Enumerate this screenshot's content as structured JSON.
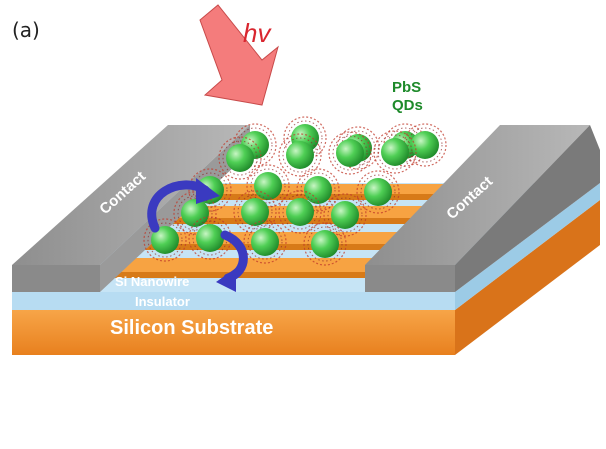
{
  "panel_label": "(a)",
  "photon_label": "hv",
  "qd_label_line1": "PbS",
  "qd_label_line2": "QDs",
  "contact_left": "Contact",
  "contact_right": "Contact",
  "nanowire_label": "Si Nanowire",
  "insulator_label": "Insulator",
  "substrate_label": "Silicon Substrate",
  "colors": {
    "substrate": "#f0922e",
    "insulator": "#b7dcf2",
    "contact": "#a9a9a9",
    "nanowire": "#f7a342",
    "quantum_dot": "#3fbf4a",
    "photon_arrow": "#f47c7c",
    "transfer_arrow": "#3a3ac0",
    "qd_label": "#1e8a2a",
    "photon_label": "#d9262f"
  },
  "icons": [
    "photon-arrow-icon",
    "charge-transfer-arrow-icon"
  ]
}
